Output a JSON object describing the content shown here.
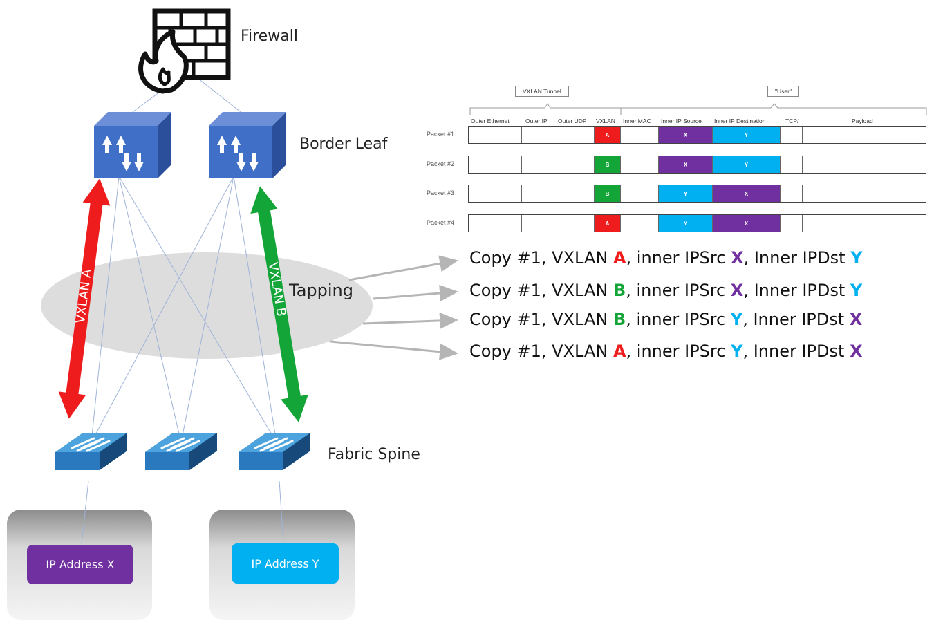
{
  "firewall_label": "Firewall",
  "border_leaf_label": "Border Leaf",
  "fabric_spine_label": "Fabric Spine",
  "tapping_label": "Tapping",
  "vxlan_a_label": "VXLAN A",
  "vxlan_b_label": "VXLAN B",
  "host_x_label": "IP Address X",
  "host_y_label": "IP Address Y",
  "colors": {
    "red": "#ee1c1c",
    "green": "#13a537",
    "purple": "#7030a0",
    "cyan": "#00b0f0",
    "device_blue": "#3f6fc6"
  },
  "packet_table": {
    "tunnel_label": "VXLAN Tunnel",
    "user_label": "\"User\"",
    "headers": [
      "Outer Ethernet",
      "Outer IP",
      "Outer UDP",
      "VXLAN",
      "Inner MAC",
      "Inner IP Source",
      "Inner IP Destination",
      "TCP/",
      "Payload"
    ],
    "packets": [
      {
        "label": "Packet #1",
        "vxlan": "A",
        "src": "X",
        "dst": "Y"
      },
      {
        "label": "Packet #2",
        "vxlan": "B",
        "src": "X",
        "dst": "Y"
      },
      {
        "label": "Packet #3",
        "vxlan": "B",
        "src": "Y",
        "dst": "X"
      },
      {
        "label": "Packet #4",
        "vxlan": "A",
        "src": "Y",
        "dst": "X"
      }
    ]
  },
  "copies": [
    {
      "prefix": "Copy #1, VXLAN ",
      "vxlan": "A",
      "mid": ", inner IPSrc ",
      "src": "X",
      "mid2": ", Inner IPDst ",
      "dst": "Y"
    },
    {
      "prefix": "Copy #1, VXLAN ",
      "vxlan": "B",
      "mid": ", inner IPSrc ",
      "src": "X",
      "mid2": ", Inner IPDst ",
      "dst": "Y"
    },
    {
      "prefix": "Copy #1, VXLAN ",
      "vxlan": "B",
      "mid": ", inner IPSrc ",
      "src": "Y",
      "mid2": ", Inner IPDst ",
      "dst": "X"
    },
    {
      "prefix": "Copy #1, VXLAN ",
      "vxlan": "A",
      "mid": ", inner IPSrc ",
      "src": "Y",
      "mid2": ", Inner IPDst ",
      "dst": "X"
    }
  ]
}
